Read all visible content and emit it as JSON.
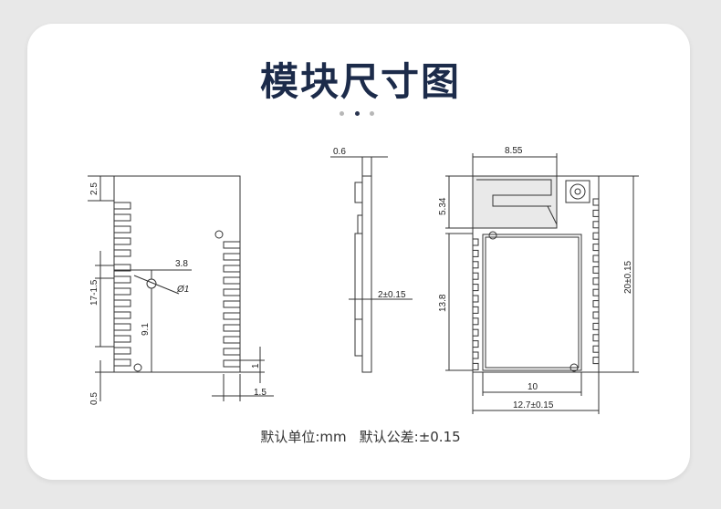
{
  "page": {
    "title": "模块尺寸图",
    "carousel": {
      "count": 3,
      "active_index": 1
    },
    "note": {
      "unit_label": "默认单位:",
      "unit_value": "mm",
      "tolerance_label": "默认公差:",
      "tolerance_value": "±0.15"
    }
  },
  "dimensions": {
    "left_view": {
      "d_2_5": "2.5",
      "d_17_1_5": "17-1.5",
      "d_9_1": "9.1",
      "d_3_8": "3.8",
      "d_phi1": "Ø1",
      "d_0_5": "0.5",
      "d_1": "1",
      "d_1_5": "1.5"
    },
    "side_view": {
      "d_0_6": "0.6",
      "d_2": "2±0.15"
    },
    "right_view": {
      "d_8_55": "8.55",
      "d_5_34": "5.34",
      "d_13_8": "13.8",
      "d_20": "20±0.15",
      "d_10": "10",
      "d_12_7": "12.7±0.15"
    }
  },
  "colors": {
    "title": "#1c2b4a",
    "line": "#333333",
    "antenna_fill": "#e9e9e9",
    "card": "#ffffff",
    "background": "#e8e8e8"
  }
}
